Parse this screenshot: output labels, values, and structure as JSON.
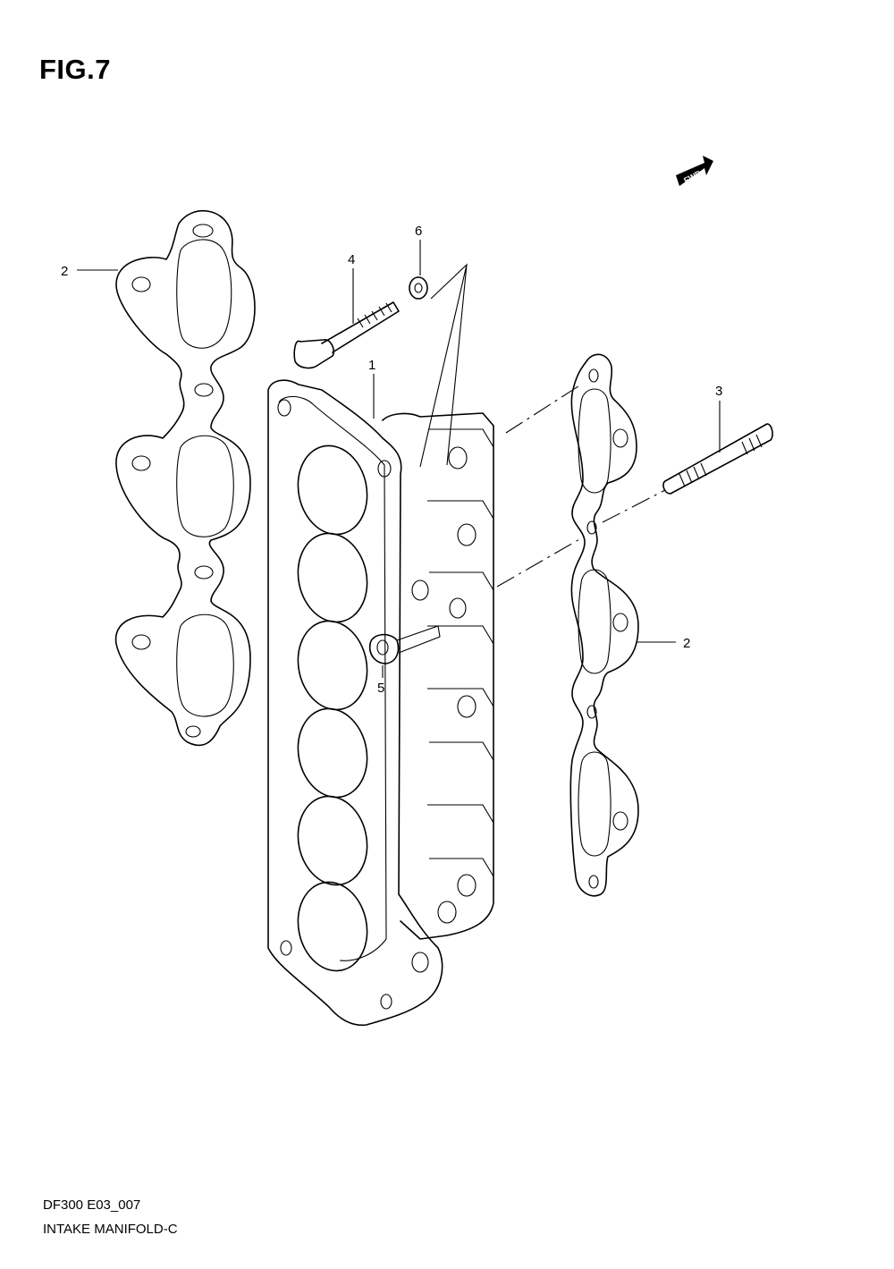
{
  "header": {
    "figure_label": "FIG.7"
  },
  "fwd_badge": {
    "text": "FWD"
  },
  "callouts": {
    "manifold": "1",
    "gasket_left": "2",
    "gasket_right": "2",
    "stud": "3",
    "bolt": "4",
    "nut": "5",
    "washer": "6"
  },
  "footer": {
    "code": "DF300 E03_007",
    "caption": "INTAKE MANIFOLD-C"
  }
}
